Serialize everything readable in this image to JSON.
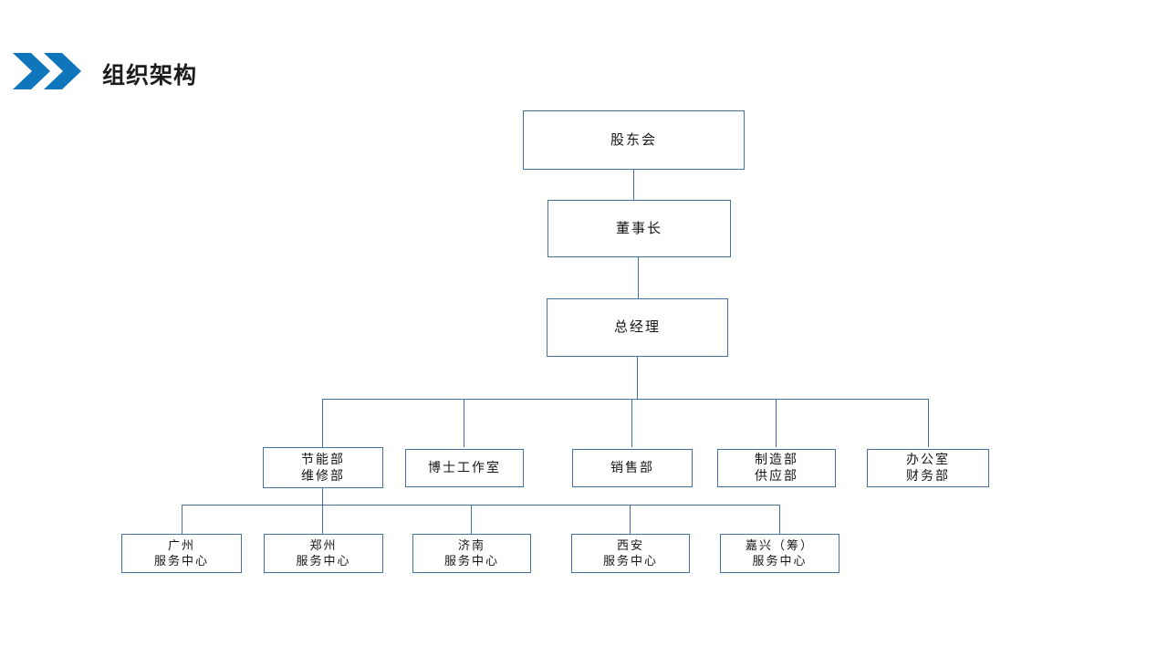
{
  "header": {
    "title": "组织架构",
    "chevron_icon": "double-chevron-right-icon",
    "accent_color": "#1076BC"
  },
  "theme": {
    "line_color": "#4472A0",
    "box_border_color": "#4472A0",
    "box_fill": "#ffffff",
    "text_color": "#151515",
    "background": "#ffffff"
  },
  "chart_data": {
    "type": "diagram",
    "title": "组织架构",
    "orientation": "top-down",
    "levels": [
      {
        "level": 1,
        "node_ids": [
          "shareholders"
        ]
      },
      {
        "level": 2,
        "node_ids": [
          "chairman"
        ]
      },
      {
        "level": 3,
        "node_ids": [
          "general-manager"
        ]
      },
      {
        "level": 4,
        "node_ids": [
          "energy-maintenance",
          "doctoral-studio",
          "sales",
          "manufacture-supply",
          "office-finance"
        ]
      },
      {
        "level": 5,
        "node_ids": [
          "guangzhou",
          "zhengzhou",
          "jinan",
          "xian",
          "jiaxing"
        ]
      }
    ],
    "edges": [
      {
        "from": "shareholders",
        "to": "chairman"
      },
      {
        "from": "chairman",
        "to": "general-manager"
      },
      {
        "from": "general-manager",
        "to": "energy-maintenance"
      },
      {
        "from": "general-manager",
        "to": "doctoral-studio"
      },
      {
        "from": "general-manager",
        "to": "sales"
      },
      {
        "from": "general-manager",
        "to": "manufacture-supply"
      },
      {
        "from": "general-manager",
        "to": "office-finance"
      },
      {
        "from": "energy-maintenance",
        "to": "guangzhou"
      },
      {
        "from": "energy-maintenance",
        "to": "zhengzhou"
      },
      {
        "from": "energy-maintenance",
        "to": "jinan"
      },
      {
        "from": "energy-maintenance",
        "to": "xian"
      },
      {
        "from": "energy-maintenance",
        "to": "jiaxing"
      }
    ]
  },
  "nodes": {
    "shareholders": {
      "lines": [
        "股东会"
      ]
    },
    "chairman": {
      "lines": [
        "董事长"
      ]
    },
    "general_manager": {
      "lines": [
        "总经理"
      ]
    },
    "energy_maintenance": {
      "lines": [
        "节能部",
        "维修部"
      ]
    },
    "doctoral_studio": {
      "lines": [
        "博士工作室"
      ]
    },
    "sales": {
      "lines": [
        "销售部"
      ]
    },
    "manufacture_supply": {
      "lines": [
        "制造部",
        "供应部"
      ]
    },
    "office_finance": {
      "lines": [
        "办公室",
        "财务部"
      ]
    },
    "guangzhou": {
      "lines": [
        "广州",
        "服务中心"
      ]
    },
    "zhengzhou": {
      "lines": [
        "郑州",
        "服务中心"
      ]
    },
    "jinan": {
      "lines": [
        "济南",
        "服务中心"
      ]
    },
    "xian": {
      "lines": [
        "西安",
        "服务中心"
      ]
    },
    "jiaxing": {
      "lines": [
        "嘉兴（筹）",
        "服务中心"
      ]
    }
  }
}
